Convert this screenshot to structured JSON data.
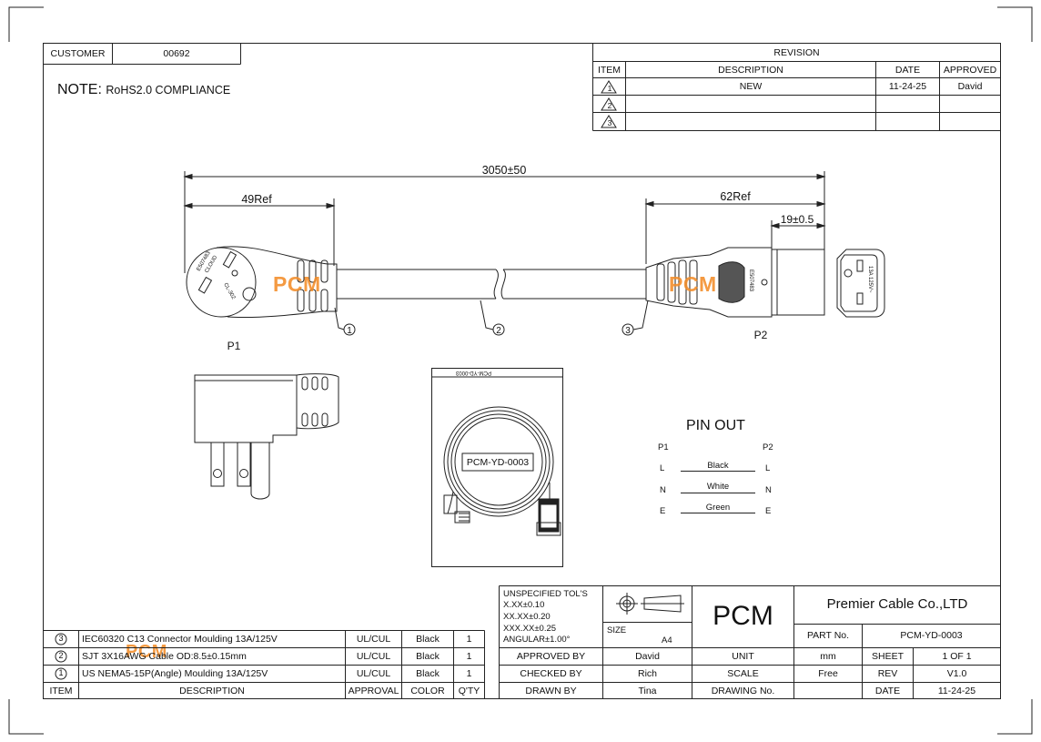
{
  "customer": {
    "label": "CUSTOMER",
    "value": "00692"
  },
  "note": {
    "prefix": "NOTE:",
    "text": "RoHS2.0 COMPLIANCE"
  },
  "revision": {
    "title": "REVISION",
    "headers": {
      "item": "ITEM",
      "description": "DESCRIPTION",
      "date": "DATE",
      "approved": "APPROVED"
    },
    "rows": [
      {
        "item": "1",
        "description": "NEW",
        "date": "11-24-25",
        "approved": "David"
      },
      {
        "item": "2",
        "description": "",
        "date": "",
        "approved": ""
      },
      {
        "item": "3",
        "description": "",
        "date": "",
        "approved": ""
      }
    ]
  },
  "dimensions": {
    "overall": "3050±50",
    "left_ref": "49Ref",
    "right_ref": "62Ref",
    "right_small": "19±0.5"
  },
  "parts": {
    "p1": "P1",
    "p2": "P2",
    "balloon1": "1",
    "balloon2": "2",
    "balloon3": "3"
  },
  "molded_text": {
    "plug_a": "E507483",
    "plug_b": "CLOUD",
    "plug_c": "CL-302",
    "connector": "E507483",
    "socket": "13A 125V~",
    "label_top": "PCM-YD-0003"
  },
  "watermark": {
    "brand": "PCM",
    "color": "#f28c28"
  },
  "coil_label": "PCM-YD-0003",
  "pinout": {
    "title": "PIN OUT",
    "left_header": "P1",
    "right_header": "P2",
    "rows": [
      {
        "left": "L",
        "wire": "Black",
        "right": "L"
      },
      {
        "left": "N",
        "wire": "White",
        "right": "N"
      },
      {
        "left": "E",
        "wire": "Green",
        "right": "E"
      }
    ]
  },
  "bom": {
    "headers": {
      "item": "ITEM",
      "description": "DESCRIPTION",
      "approval": "APPROVAL",
      "color": "COLOR",
      "qty": "Q'TY"
    },
    "rows": [
      {
        "item": "3",
        "description": "IEC60320 C13 Connector Moulding 13A/125V",
        "approval": "UL/CUL",
        "color": "Black",
        "qty": "1"
      },
      {
        "item": "2",
        "description": "SJT 3X16AWG  Cable OD:8.5±0.15mm",
        "approval": "UL/CUL",
        "color": "Black",
        "qty": "1"
      },
      {
        "item": "1",
        "description": "US NEMA5-15P(Angle) Moulding 13A/125V",
        "approval": "UL/CUL",
        "color": "Black",
        "qty": "1"
      }
    ]
  },
  "titleblock": {
    "tolerances": [
      "UNSPECIFIED TOL'S",
      "X.XX±0.10",
      "XX.XX±0.20",
      "XXX.XX±0.25",
      "ANGULAR±1.00°"
    ],
    "size_label": "SIZE",
    "size_value": "A4",
    "logo": "PCM",
    "company": "Premier Cable Co.,LTD",
    "part_no_label": "PART No.",
    "part_no": "PCM-YD-0003",
    "approved_by_label": "APPROVED BY",
    "approved_by": "David",
    "unit_label": "UNIT",
    "unit": "mm",
    "sheet_label": "SHEET",
    "sheet": "1 OF 1",
    "checked_by_label": "CHECKED BY",
    "checked_by": "Rich",
    "scale_label": "SCALE",
    "scale": "Free",
    "rev_label": "REV",
    "rev": "V1.0",
    "drawn_by_label": "DRAWN BY",
    "drawn_by": "Tina",
    "drawing_no_label": "DRAWING No.",
    "date_label": "DATE",
    "date": "11-24-25"
  }
}
